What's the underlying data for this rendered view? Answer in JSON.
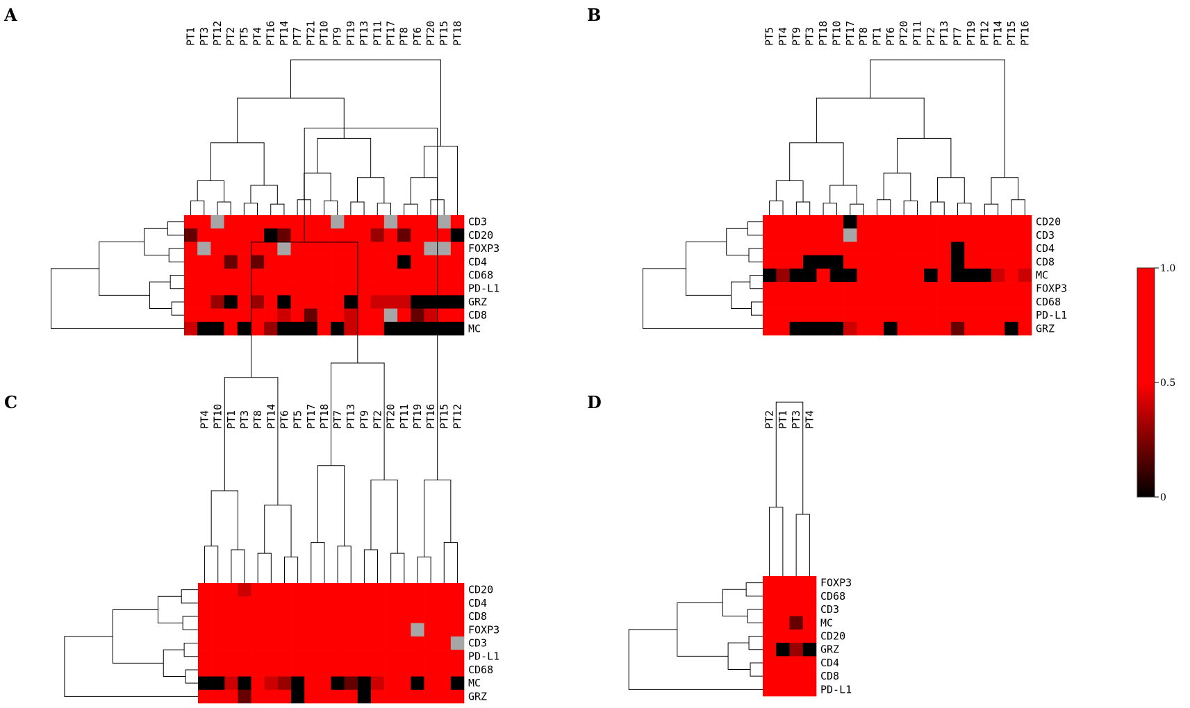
{
  "colorbar": {
    "ticks": [
      "1.0",
      "0.5",
      "0"
    ],
    "colors": {
      "high": "#ff0000",
      "low": "#000000",
      "missing": "#a6a6a6"
    }
  },
  "chart_data": [
    {
      "type": "heatmap",
      "panel": "A",
      "columns": [
        "PT1",
        "PT3",
        "PT12",
        "PT2",
        "PT5",
        "PT4",
        "PT16",
        "PT14",
        "PT7",
        "PT21",
        "PT10",
        "PT9",
        "PT19",
        "PT13",
        "PT11",
        "PT17",
        "PT8",
        "PT6",
        "PT20",
        "PT15",
        "PT18"
      ],
      "rows": [
        "CD3",
        "CD20",
        "FOXP3",
        "CD4",
        "CD68",
        "PD-L1",
        "GRZ",
        "CD8",
        "MC"
      ],
      "values": [
        [
          1,
          1,
          null,
          1,
          1,
          1,
          1,
          1,
          1,
          1,
          1,
          null,
          1,
          1,
          1,
          null,
          1,
          1,
          1,
          null,
          1
        ],
        [
          0.2,
          1,
          1,
          1,
          1,
          1,
          0,
          0.2,
          1,
          1,
          1,
          1,
          0.8,
          1,
          0.3,
          1,
          0.2,
          1,
          1,
          1,
          0
        ],
        [
          1,
          null,
          1,
          1,
          1,
          1,
          1,
          null,
          1,
          1,
          1,
          1,
          1,
          1,
          1,
          1,
          1,
          1,
          null,
          null,
          1
        ],
        [
          1,
          1,
          0.7,
          0.2,
          1,
          0.2,
          0.6,
          1,
          1,
          1,
          1,
          1,
          1,
          1,
          1,
          1,
          0,
          1,
          1,
          1,
          1
        ],
        [
          1,
          1,
          1,
          1,
          1,
          1,
          1,
          1,
          1,
          1,
          1,
          1,
          1,
          1,
          1,
          1,
          1,
          1,
          1,
          1,
          1
        ],
        [
          1,
          1,
          1,
          1,
          1,
          1,
          1,
          1,
          1,
          1,
          1,
          1,
          1,
          1,
          1,
          1,
          1,
          1,
          1,
          1,
          1
        ],
        [
          0.7,
          1,
          0.3,
          0,
          1,
          0.3,
          1,
          0,
          1,
          1,
          1,
          1,
          0,
          1,
          0.4,
          0.4,
          0.4,
          0,
          0,
          0,
          0
        ],
        [
          1,
          1,
          0.7,
          1,
          1,
          0.8,
          1,
          0.4,
          1,
          0.2,
          1,
          1,
          0.4,
          1,
          1,
          null,
          1,
          0.2,
          0.4,
          1,
          1
        ],
        [
          0.4,
          0,
          0,
          1,
          0,
          0.5,
          0.3,
          0,
          0,
          0,
          0.7,
          0,
          0.4,
          1,
          0.7,
          0,
          0,
          0,
          0,
          0,
          0
        ]
      ]
    },
    {
      "type": "heatmap",
      "panel": "B",
      "columns": [
        "PT5",
        "PT4",
        "PT9",
        "PT3",
        "PT18",
        "PT10",
        "PT17",
        "PT8",
        "PT1",
        "PT6",
        "PT20",
        "PT11",
        "PT2",
        "PT13",
        "PT7",
        "PT19",
        "PT12",
        "PT14",
        "PT15",
        "PT16"
      ],
      "rows": [
        "CD20",
        "CD3",
        "CD4",
        "CD8",
        "MC",
        "FOXP3",
        "CD68",
        "PD-L1",
        "GRZ"
      ],
      "values": [
        [
          1,
          1,
          1,
          1,
          0.6,
          1,
          0,
          1,
          1,
          1,
          1,
          1,
          1,
          1,
          1,
          1,
          1,
          1,
          1,
          1
        ],
        [
          1,
          1,
          1,
          1,
          1,
          1,
          null,
          1,
          1,
          1,
          1,
          1,
          1,
          1,
          1,
          1,
          1,
          1,
          1,
          1
        ],
        [
          1,
          1,
          1,
          1,
          1,
          1,
          1,
          1,
          1,
          1,
          1,
          1,
          1,
          1,
          0,
          1,
          1,
          1,
          1,
          1
        ],
        [
          1,
          1,
          1,
          0,
          0,
          0,
          1,
          1,
          1,
          1,
          1,
          1,
          1,
          1,
          0,
          1,
          1,
          1,
          1,
          1
        ],
        [
          0,
          0.3,
          0,
          0,
          1,
          0,
          0,
          1,
          1,
          0.6,
          0.9,
          1,
          0,
          1,
          0,
          0,
          0,
          0.4,
          1,
          0.4
        ],
        [
          1,
          1,
          1,
          1,
          1,
          1,
          1,
          1,
          1,
          1,
          1,
          1,
          1,
          1,
          1,
          1,
          1,
          1,
          1,
          1
        ],
        [
          1,
          1,
          1,
          1,
          1,
          1,
          0.9,
          1,
          1,
          1,
          1,
          1,
          1,
          1,
          1,
          0.5,
          1,
          1,
          1,
          1
        ],
        [
          1,
          1,
          1,
          1,
          1,
          1,
          1,
          1,
          1,
          1,
          1,
          1,
          1,
          1,
          1,
          1,
          1,
          1,
          1,
          1
        ],
        [
          1,
          1,
          0,
          0,
          0,
          0,
          0.4,
          1,
          1,
          0,
          1,
          1,
          0.5,
          0.7,
          0.2,
          0.5,
          1,
          1,
          0,
          1
        ]
      ]
    },
    {
      "type": "heatmap",
      "panel": "C",
      "columns": [
        "PT4",
        "PT10",
        "PT1",
        "PT3",
        "PT8",
        "PT14",
        "PT6",
        "PT5",
        "PT17",
        "PT18",
        "PT7",
        "PT13",
        "PT9",
        "PT2",
        "PT20",
        "PT11",
        "PT19",
        "PT16",
        "PT15",
        "PT12"
      ],
      "rows": [
        "CD20",
        "CD4",
        "CD8",
        "FOXP3",
        "CD3",
        "PD-L1",
        "CD68",
        "MC",
        "GRZ"
      ],
      "values": [
        [
          1,
          1,
          1,
          0.4,
          1,
          1,
          1,
          1,
          1,
          0.5,
          1,
          1,
          1,
          1,
          1,
          1,
          1,
          1,
          1,
          1
        ],
        [
          1,
          1,
          1,
          1,
          1,
          1,
          1,
          1,
          1,
          1,
          1,
          1,
          1,
          1,
          1,
          1,
          1,
          1,
          1,
          1
        ],
        [
          1,
          1,
          1,
          1,
          1,
          1,
          1,
          1,
          1,
          1,
          1,
          1,
          1,
          1,
          1,
          1,
          1,
          1,
          1,
          1
        ],
        [
          1,
          1,
          1,
          1,
          1,
          1,
          1,
          1,
          1,
          1,
          1,
          1,
          1,
          1,
          1,
          1,
          null,
          1,
          1,
          1
        ],
        [
          1,
          1,
          1,
          1,
          1,
          1,
          1,
          1,
          1,
          1,
          1,
          1,
          1,
          1,
          1,
          1,
          1,
          1,
          1,
          null
        ],
        [
          1,
          1,
          1,
          1,
          1,
          1,
          1,
          1,
          1,
          1,
          1,
          1,
          1,
          1,
          1,
          1,
          1,
          1,
          1,
          1
        ],
        [
          1,
          1,
          1,
          1,
          1,
          1,
          1,
          1,
          1,
          1,
          1,
          1,
          1,
          1,
          1,
          1,
          1,
          1,
          1,
          1
        ],
        [
          0,
          0,
          0.4,
          0,
          1,
          0.4,
          0.3,
          0,
          1,
          1,
          0,
          0.2,
          0,
          0.4,
          0.8,
          1,
          0,
          1,
          1,
          0
        ],
        [
          1,
          1,
          1,
          0.2,
          1,
          1,
          1,
          0,
          1,
          0.6,
          1,
          1,
          0,
          1,
          1,
          1,
          1,
          0.9,
          1,
          1
        ]
      ]
    },
    {
      "type": "heatmap",
      "panel": "D",
      "columns": [
        "PT2",
        "PT1",
        "PT3",
        "PT4"
      ],
      "rows": [
        "FOXP3",
        "CD68",
        "CD3",
        "MC",
        "CD20",
        "GRZ",
        "CD4",
        "CD8",
        "PD-L1"
      ],
      "values": [
        [
          1,
          1,
          1,
          1
        ],
        [
          1,
          1,
          1,
          1
        ],
        [
          1,
          1,
          1,
          1
        ],
        [
          1,
          1,
          0.2,
          1
        ],
        [
          1,
          1,
          0.6,
          1
        ],
        [
          1,
          0,
          0.3,
          0
        ],
        [
          1,
          1,
          1,
          1
        ],
        [
          1,
          1,
          1,
          1
        ],
        [
          1,
          1,
          1,
          1
        ]
      ]
    }
  ]
}
